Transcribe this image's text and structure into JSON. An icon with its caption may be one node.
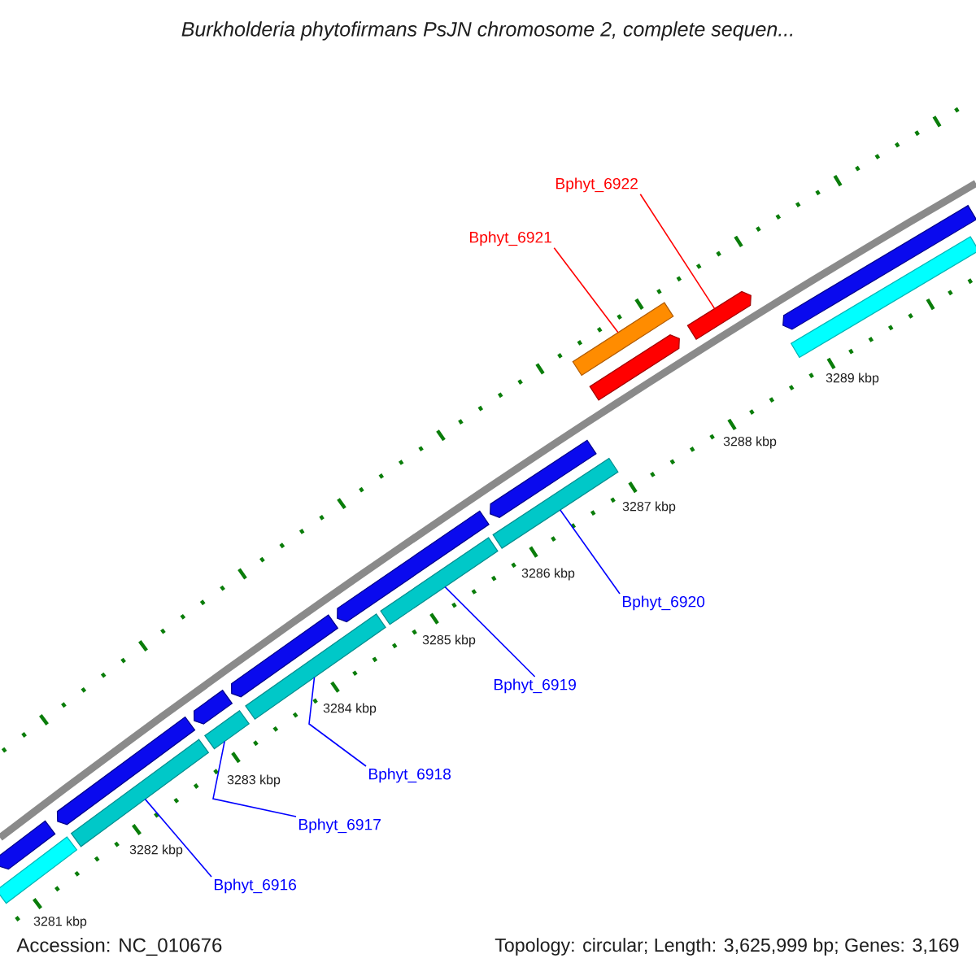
{
  "diagram": {
    "title": "Burkholderia phytofirmans PsJN chromosome 2, complete sequen...",
    "nodes": [
      {
        "text": [
          "Bphyt_6922"
        ]
      },
      {
        "text": [
          "Bphyt_6921"
        ]
      },
      {
        "text": [
          "Bphyt_6920"
        ]
      },
      {
        "text": [
          "Bphyt_6919"
        ]
      },
      {
        "text": [
          "Bphyt_6918"
        ]
      },
      {
        "text": [
          "Bphyt_6917"
        ]
      },
      {
        "text": [
          "Bphyt_6916"
        ]
      },
      {
        "text": [],
        "shape": "arrow"
      },
      {
        "text": [],
        "shape": "bar"
      },
      {
        "text": [],
        "shape": "arrow"
      },
      {
        "text": [],
        "shape": "bar"
      },
      {
        "text": [],
        "shape": "arrow"
      },
      {
        "text": [],
        "shape": "bar"
      },
      {
        "text": [],
        "shape": "arrow"
      },
      {
        "text": [],
        "shape": "bar"
      },
      {
        "text": [],
        "shape": "arrow"
      },
      {
        "text": [],
        "shape": "bar"
      },
      {
        "text": [],
        "shape": "arrow"
      },
      {
        "text": [],
        "shape": "bar"
      },
      {
        "text": [],
        "shape": "bar"
      },
      {
        "text": [],
        "shape": "arrow"
      },
      {
        "text": [],
        "shape": "arrow"
      },
      {
        "text": [],
        "shape": "arrow"
      },
      {
        "text": [],
        "shape": "bar"
      }
    ],
    "edges": [
      {
        "from": 0,
        "to": 21,
        "arrow": "none",
        "color": "#ff0000"
      },
      {
        "from": 1,
        "to": 19,
        "arrow": "none",
        "color": "#ff0000"
      },
      {
        "from": 2,
        "to": 18,
        "arrow": "none"
      },
      {
        "from": 3,
        "to": 16,
        "arrow": "none"
      },
      {
        "from": 4,
        "to": 14,
        "arrow": "none"
      },
      {
        "from": 5,
        "to": 12,
        "arrow": "none"
      },
      {
        "from": 6,
        "to": 10,
        "arrow": "none"
      }
    ],
    "labels": [
      "3281 kbp",
      "3282 kbp",
      "3283 kbp",
      "3284 kbp",
      "3285 kbp",
      "3286 kbp",
      "3287 kbp",
      "3288 kbp",
      "3289 kbp",
      "Accession: NC_010676",
      "Topology: circular; Length: 3,625,999 bp; Genes: 3,169"
    ]
  }
}
